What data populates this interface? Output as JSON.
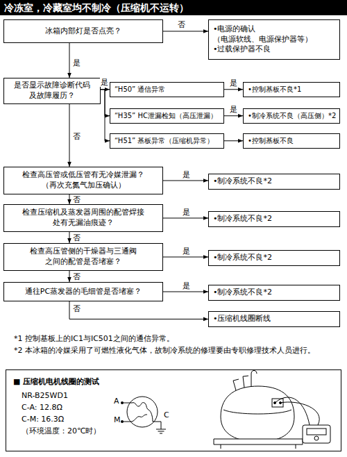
{
  "diagram": {
    "title": "冷冻室，冷藏室均不制冷（压缩机不运转）",
    "nodes": [
      {
        "text": [
          "冰箱内部灯是否点亮？"
        ]
      },
      {
        "text": [
          "•电源的确认",
          "（电源软线、电源保护器等）",
          "•过载保护器不良"
        ]
      },
      {
        "text": [
          "是否显示故障诊断代码 及故障履历？"
        ]
      },
      {
        "text": [
          "“H50” 通信异常"
        ]
      },
      {
        "text": [
          "“H35” HC泄漏检知（高压泄漏）"
        ]
      },
      {
        "text": [
          "“H51” 基板异常（压缩机异常）"
        ]
      },
      {
        "text": [
          "•控制基板不良*1"
        ]
      },
      {
        "text": [
          "•制冷系统不良（高压侧）*2"
        ]
      },
      {
        "text": [
          "•控制基板不良"
        ]
      },
      {
        "text": [
          "检查高压管或低压管有无冷媒泄漏？ （再次充氮气加压确认）"
        ]
      },
      {
        "text": [
          "•制冷系统不良*2"
        ]
      },
      {
        "text": [
          "检查压缩机及蒸发器周围的配管焊接 处有无漏油痕迹？"
        ]
      },
      {
        "text": [
          "•制冷系统不良*2"
        ]
      },
      {
        "text": [
          "检查高压管侧的干燥器与三通阀 之间的配管是否堵塞？"
        ]
      },
      {
        "text": [
          "•制冷系统不良*2"
        ]
      },
      {
        "text": [
          "通往PC蒸发器的毛细管是否堵塞？"
        ]
      },
      {
        "text": [
          "•制冷系统不良*2"
        ]
      },
      {
        "text": [
          "•压缩机线圈断线"
        ]
      },
      {
        "text": [
          "■ 压缩机电机线圈的测试",
          "NR-B25WD1",
          "C-A: 12.8Ω",
          "C-M: 16.3Ω",
          "（环境温度：20℃时）"
        ]
      }
    ],
    "edges": [
      {
        "from": 0,
        "to": 1,
        "label": "否",
        "arrow": "to"
      },
      {
        "from": 0,
        "to": 2,
        "label": "是",
        "arrow": "to"
      },
      {
        "from": 2,
        "to": 3,
        "label": "是",
        "arrow": "to"
      },
      {
        "from": 2,
        "to": 4,
        "arrow": "to"
      },
      {
        "from": 2,
        "to": 5,
        "arrow": "to"
      },
      {
        "from": 3,
        "to": 6,
        "label": "是",
        "arrow": "to"
      },
      {
        "from": 4,
        "to": 7,
        "label": "是",
        "arrow": "to"
      },
      {
        "from": 5,
        "to": 8,
        "arrow": "to"
      },
      {
        "from": 2,
        "to": 9,
        "label": "否",
        "arrow": "to"
      },
      {
        "from": 9,
        "to": 10,
        "label": "是",
        "arrow": "to"
      },
      {
        "from": 9,
        "to": 11,
        "label": "否",
        "arrow": "to"
      },
      {
        "from": 11,
        "to": 12,
        "label": "是",
        "arrow": "to"
      },
      {
        "from": 11,
        "to": 13,
        "label": "否",
        "arrow": "to"
      },
      {
        "from": 13,
        "to": 14,
        "label": "是",
        "arrow": "to"
      },
      {
        "from": 13,
        "to": 15,
        "label": "否",
        "arrow": "to"
      },
      {
        "from": 15,
        "to": 16,
        "label": "是",
        "arrow": "to"
      },
      {
        "from": 15,
        "to": 17,
        "label": "否",
        "arrow": "to"
      }
    ],
    "labels": [
      "*1 控制基板上的IC1与IC501之间的通信异常。",
      "*2 本冰箱的冷媒采用了可燃性液化气体，故制冷系统的修理要由专职修理技术人员进行。",
      "A",
      "M",
      "C"
    ]
  }
}
